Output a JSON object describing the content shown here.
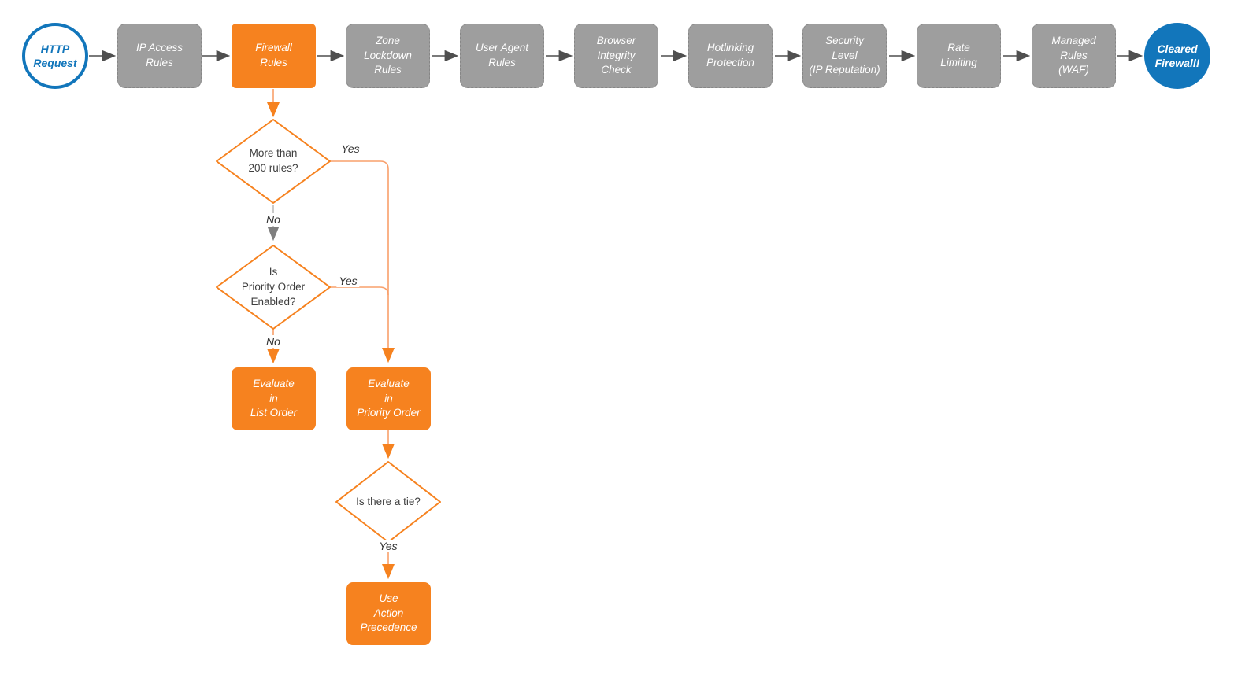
{
  "diagram": {
    "type": "flowchart",
    "colors": {
      "stage_gray": "#9e9e9e",
      "accent_orange": "#f6821f",
      "connector_orange": "#f9a06b",
      "accent_blue": "#1276bb",
      "arrow_gray": "#4f4f4f",
      "text_dark": "#3f3f3f"
    },
    "pipeline": {
      "nodes": [
        {
          "id": "http-request",
          "type": "start",
          "label": "HTTP\nRequest"
        },
        {
          "id": "ip-access-rules",
          "type": "stage",
          "label": "IP Access\nRules"
        },
        {
          "id": "firewall-rules",
          "type": "stage-highlight",
          "label": "Firewall\nRules"
        },
        {
          "id": "zone-lockdown-rules",
          "type": "stage",
          "label": "Zone\nLockdown\nRules"
        },
        {
          "id": "user-agent-rules",
          "type": "stage",
          "label": "User Agent\nRules"
        },
        {
          "id": "browser-integrity-check",
          "type": "stage",
          "label": "Browser\nIntegrity\nCheck"
        },
        {
          "id": "hotlinking-protection",
          "type": "stage",
          "label": "Hotlinking\nProtection"
        },
        {
          "id": "security-level-ip-reputation",
          "type": "stage",
          "label": "Security\nLevel\n(IP Reputation)"
        },
        {
          "id": "rate-limiting",
          "type": "stage",
          "label": "Rate\nLimiting"
        },
        {
          "id": "managed-rules-waf",
          "type": "stage",
          "label": "Managed\nRules\n(WAF)"
        },
        {
          "id": "cleared-firewall",
          "type": "end",
          "label": "Cleared\nFirewall!"
        }
      ]
    },
    "decisions": {
      "more_than_200_rules": "More than\n200 rules?",
      "priority_order_enabled": "Is\nPriority Order\nEnabled?",
      "is_there_a_tie": "Is there a tie?"
    },
    "processes": {
      "evaluate_list_order": "Evaluate\nin\nList Order",
      "evaluate_priority_order": "Evaluate\nin\nPriority Order",
      "use_action_precedence": "Use\nAction\nPrecedence"
    },
    "edge_labels": {
      "d1_yes": "Yes",
      "d1_no": "No",
      "d2_yes": "Yes",
      "d2_no": "No",
      "d3_yes": "Yes"
    }
  }
}
